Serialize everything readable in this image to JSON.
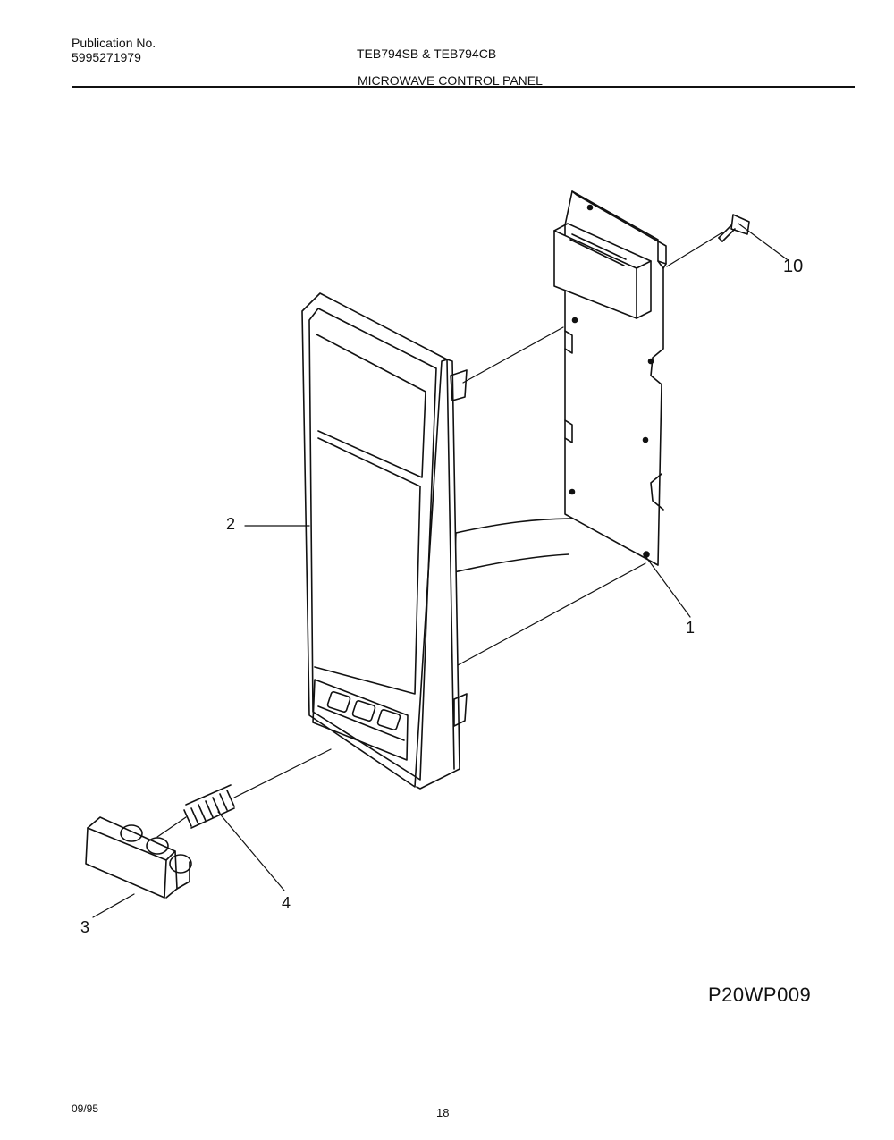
{
  "header": {
    "publication_label": "Publication No.",
    "publication_number": "5995271979",
    "model_numbers": "TEB794SB & TEB794CB",
    "section_title": "MICROWAVE CONTROL PANEL"
  },
  "callouts": {
    "part_1": "1",
    "part_2": "2",
    "part_3": "3",
    "part_4": "4",
    "part_10": "10"
  },
  "diagram_code": "P20WP009",
  "footer": {
    "date": "09/95",
    "page": "18"
  }
}
